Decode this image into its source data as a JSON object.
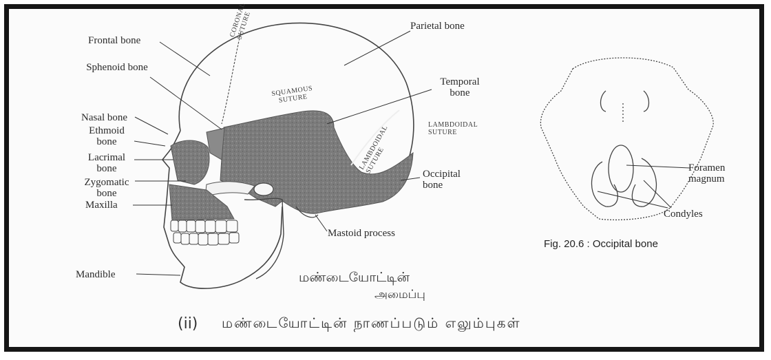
{
  "skull_labels": {
    "frontal_bone": "Frontal bone",
    "sphenoid_bone": "Sphenoid bone",
    "nasal_bone": "Nasal bone",
    "ethmoid_bone": "Ethmoid bone",
    "lacrimal_bone": "Lacrimal bone",
    "zygomatic_bone": "Zygomatic bone",
    "maxilla": "Maxilla",
    "mandible": "Mandible",
    "parietal_bone": "Parietal bone",
    "temporal_bone": "Temporal bone",
    "occipital_bone": "Occipital bone",
    "mastoid_process": "Mastoid process",
    "coronal_suture": "CORONAL SUTURE",
    "squamous_suture": "SQUAMOUS SUTURE",
    "lambdoidal_suture_inline": "LAMBDOIDAL SUTURE",
    "lambdoidal_suture": "LAMBDOIDAL SUTURE"
  },
  "occipital_labels": {
    "foramen_magnum": "Foramen magnum",
    "condyles": "Condyles"
  },
  "caption": "Fig. 20.6 : Occipital bone",
  "handwriting": {
    "title_line1": "மண்டையோட்டின்",
    "title_line2": "அமைப்பு",
    "numeral": "(ii)",
    "sentence": "மண்டையோட்டின் நாணப்படும் எலும்புகள்"
  },
  "colors": {
    "frame": "#161616",
    "bone_shade": "#7a7a7a",
    "line": "#3a3a3a"
  }
}
